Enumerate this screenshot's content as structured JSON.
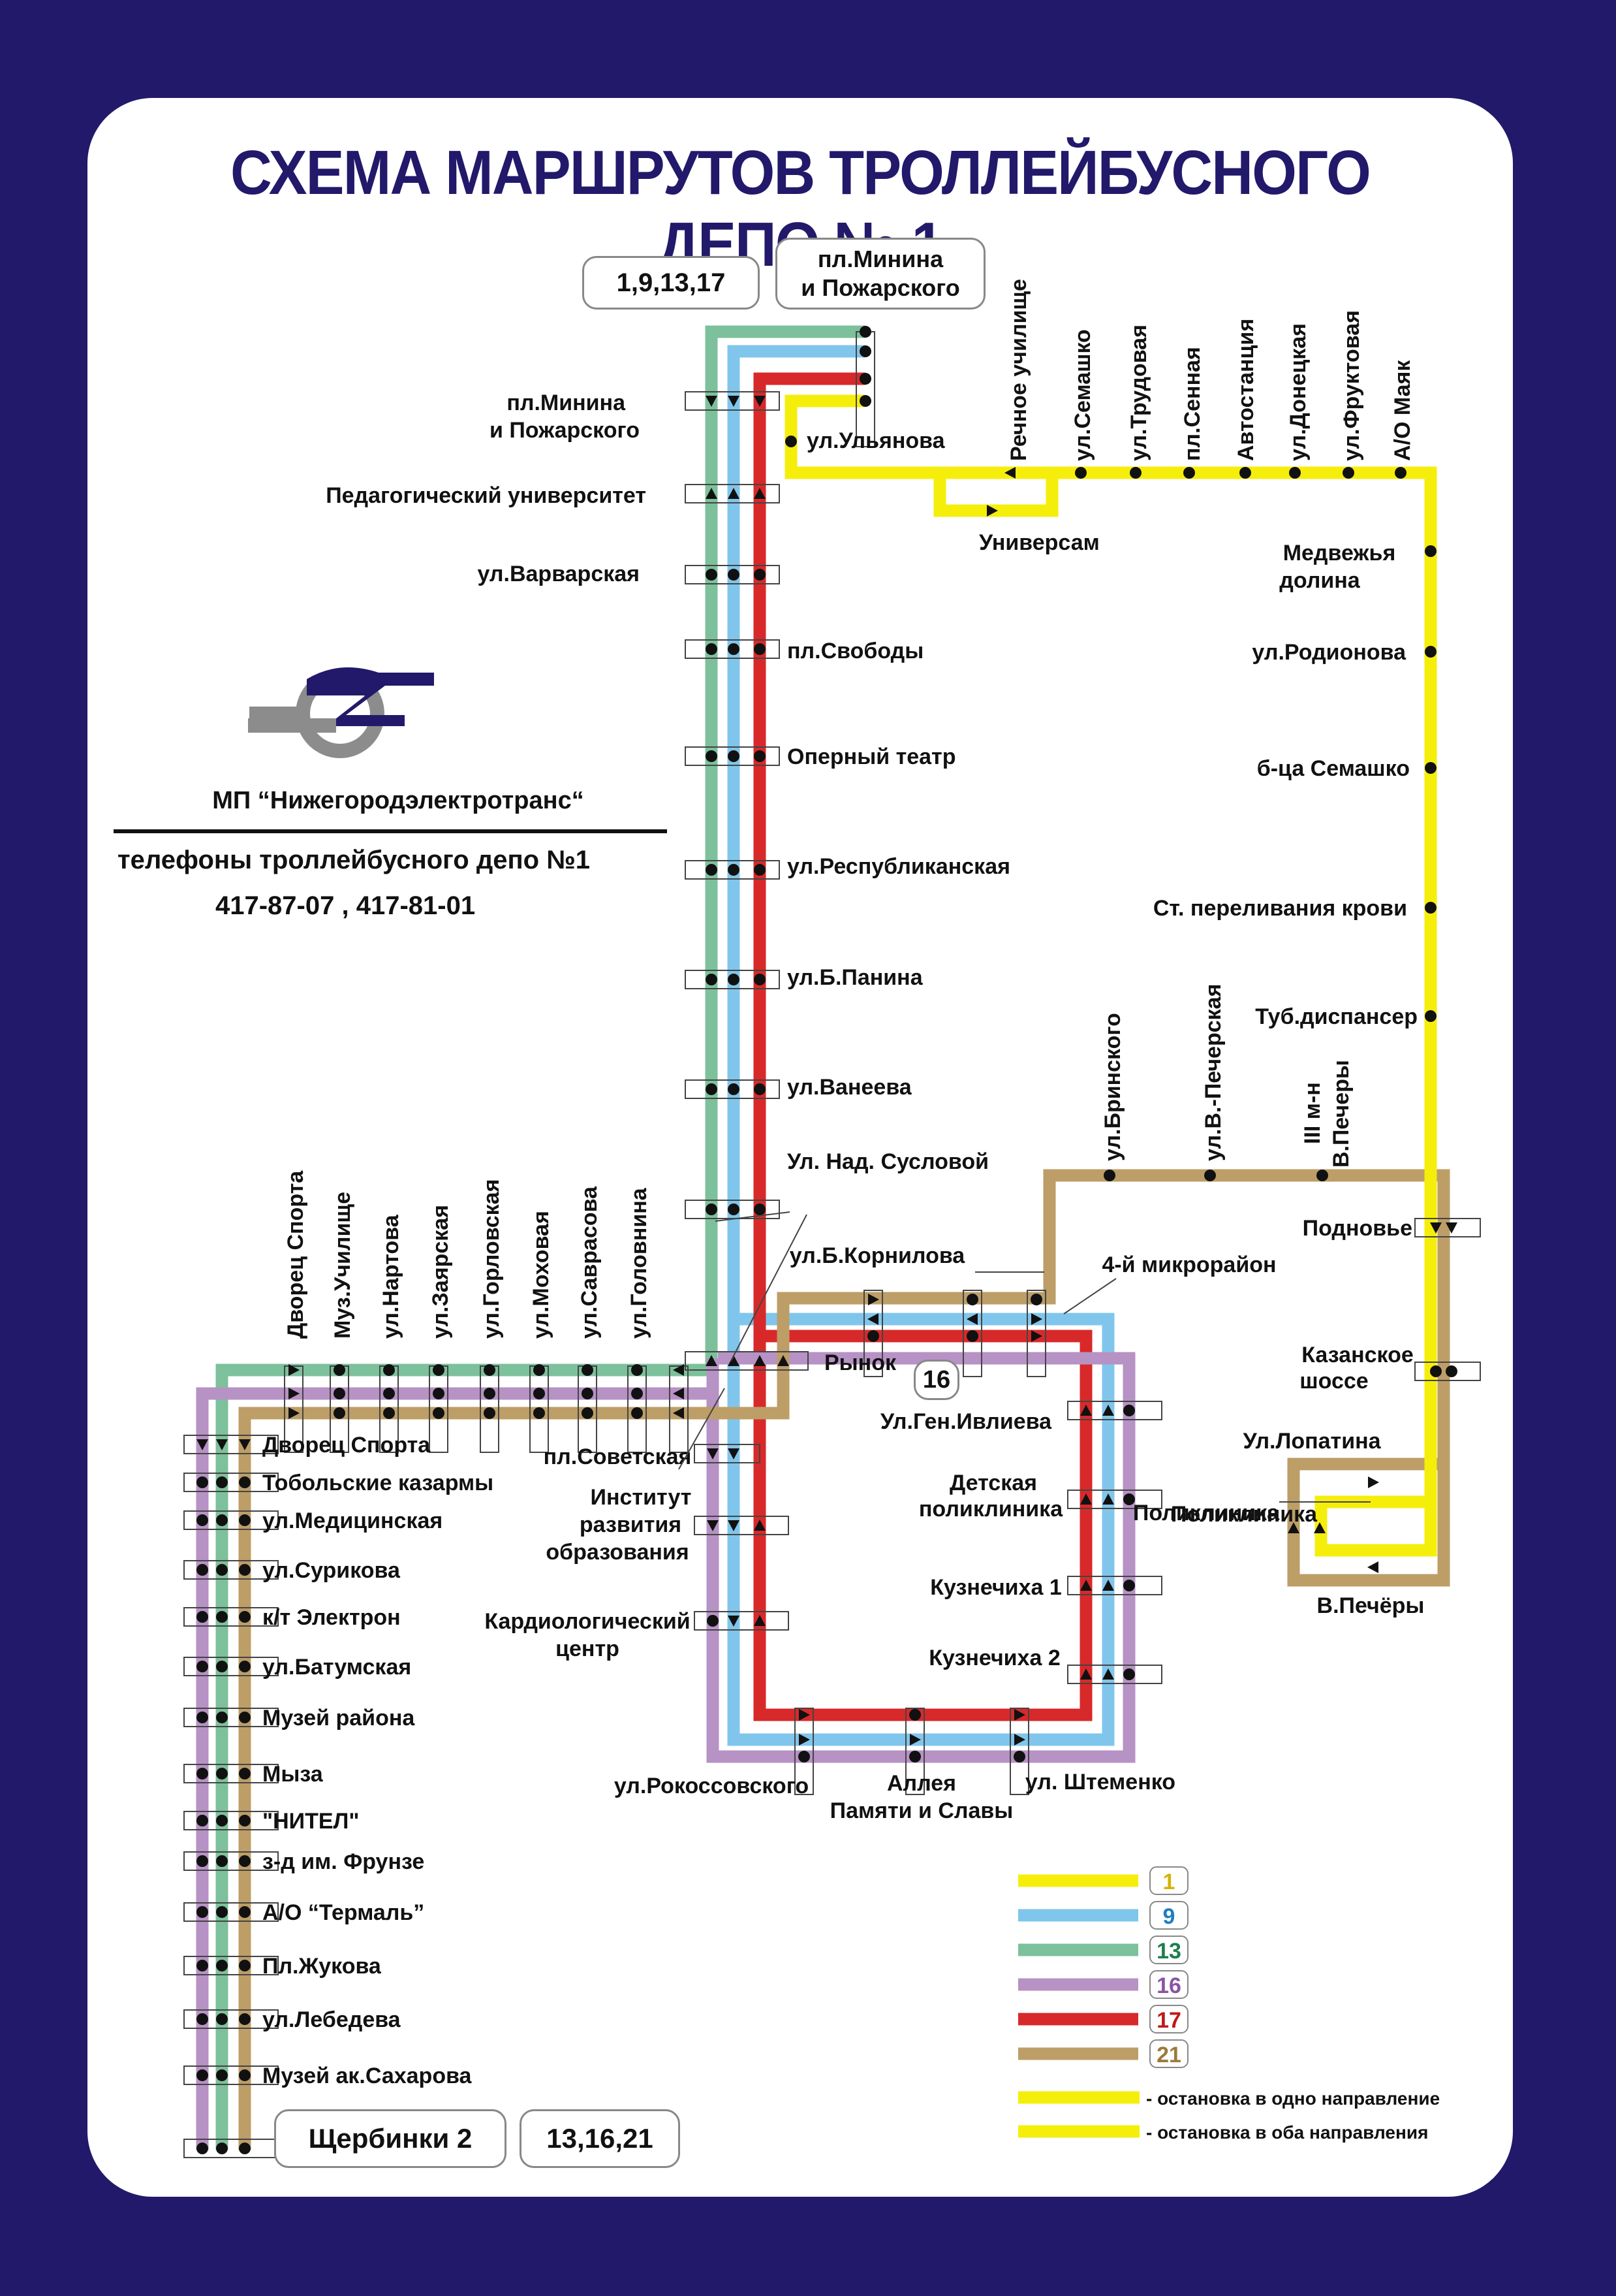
{
  "title": "СХЕМА МАРШРУТОВ ТРОЛЛЕЙБУСНОГО ДЕПО № 1",
  "org": {
    "name": "МП “Нижегородэлектротранс“",
    "phones_title": "телефоны троллейбусного депо №1",
    "phones": "417-87-07 , 417-81-01"
  },
  "terminals": {
    "north_routes": "1,9,13,17",
    "north_stop_line1": "пл.Минина",
    "north_stop_line2": "и Пожарского",
    "south_stop": "Щербинки 2",
    "south_routes": "13,16,21",
    "ring_number": "16"
  },
  "routes": [
    {
      "number": "1",
      "color": "#f5ee0b",
      "text_color": "#d4b400"
    },
    {
      "number": "9",
      "color": "#80c6ec",
      "text_color": "#1f7fc0"
    },
    {
      "number": "13",
      "color": "#7cc19b",
      "text_color": "#1d7f4e"
    },
    {
      "number": "16",
      "color": "#b792c5",
      "text_color": "#8a55a3"
    },
    {
      "number": "17",
      "color": "#d8292a",
      "text_color": "#c01818"
    },
    {
      "number": "21",
      "color": "#bd9e67",
      "text_color": "#9c7a38"
    }
  ],
  "legend": {
    "one_way": "- остановка в одно направление",
    "two_way": "- остановка в оба направления"
  },
  "stops": {
    "central": [
      "пл.Минина",
      "и Пожарского",
      "Педагогический университет",
      "ул.Варварская",
      "пл.Свободы",
      "Оперный театр",
      "ул.Республиканская",
      "ул.Б.Панина",
      "ул.Ванеева",
      "Ул. Над. Сусловой"
    ],
    "north_east": [
      "ул.Ульянова",
      "Речное училище",
      "ул.Семашко",
      "ул.Трудовая",
      "пл.Сенная",
      "Автостанция",
      "ул.Донецкая",
      "ул.Фруктовая",
      "А/О Маяк",
      "Универсам"
    ],
    "east_yellow": [
      "Медвежья",
      "долина",
      "ул.Родионова",
      "б-ца Семашко",
      "Ст. переливания крови",
      "Туб.диспансер"
    ],
    "pechery": [
      "ул.Бринского",
      "ул.В.-Печерская",
      "III м-н",
      "В.Печеры",
      "Подновье",
      "Казанское",
      "шоссе",
      "Ул.Лопатина",
      "Поликлиника",
      "В.Печёры"
    ],
    "ring": [
      "ул.Б.Корнилова",
      "4-й микрорайон",
      "Рынок",
      "Ул.Ген.Ивлиева",
      "Детская",
      "поликлиника",
      "Поликлиника",
      "Кузнечиха 1",
      "Кузнечиха 2",
      "ул. Штеменко",
      "Аллея",
      "Памяти и Славы",
      "ул.Рокоссовского",
      "Кардиологический",
      "центр",
      "Институт",
      "развития",
      "образования",
      "пл.Советская"
    ],
    "west_top": [
      "Дворец Спорта",
      "Муз.Училище",
      "ул.Нартова",
      "ул.Заярская",
      "ул.Горловская",
      "ул.Моховая",
      "ул.Саврасова",
      "ул.Головнина"
    ],
    "west_column": [
      "Дворец Спорта",
      "Тобольские казармы",
      "ул.Медицинская",
      "ул.Сурикова",
      "к/т Электрон",
      "ул.Батумская",
      "Музей района",
      "Мыза",
      "\"НИТЕЛ\"",
      "з-д им. Фрунзе",
      "А/О “Термаль”",
      "Пл.Жукова",
      "ул.Лебедева",
      "Музей ак.Сахарова"
    ]
  }
}
